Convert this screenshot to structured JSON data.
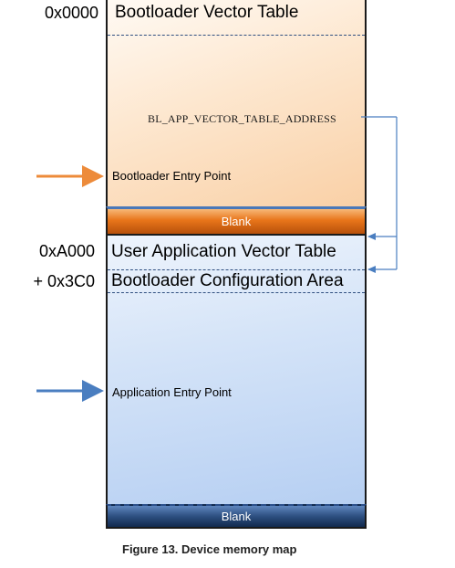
{
  "addresses": {
    "bootloader_start": "0x0000",
    "app_start": "0xA000",
    "config_offset": "+ 0x3C0"
  },
  "regions": {
    "bootloader_vector_table": "Bootloader Vector Table",
    "bl_app_vector_table_address": "BL_APP_VECTOR_TABLE_ADDRESS",
    "bootloader_entry_point": "Bootloader Entry Point",
    "blank_top": "Blank",
    "user_application_vector_table": "User Application Vector Table",
    "bootloader_configuration_area": "Bootloader Configuration Area",
    "application_entry_point": "Application Entry Point",
    "blank_bottom": "Blank"
  },
  "caption": "Figure 13. Device memory map",
  "colors": {
    "bootloader_arrow": "#ed8b3a",
    "application_arrow": "#4a7ec0",
    "pointer_lines": "#4a7ec0"
  }
}
